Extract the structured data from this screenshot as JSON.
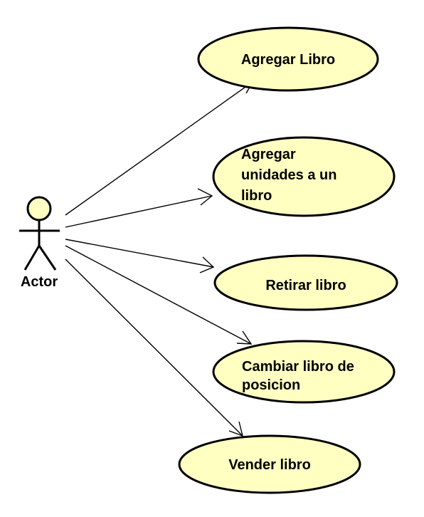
{
  "actor": {
    "name": "Actor"
  },
  "use_cases": [
    {
      "id": "agregar-libro",
      "lines": [
        "Agregar Libro"
      ]
    },
    {
      "id": "agregar-unidades",
      "lines": [
        "Agregar",
        "unidades a un",
        "libro"
      ]
    },
    {
      "id": "retirar-libro",
      "lines": [
        "Retirar libro"
      ]
    },
    {
      "id": "cambiar-posicion",
      "lines": [
        "Cambiar libro de",
        "posicion"
      ]
    },
    {
      "id": "vender-libro",
      "lines": [
        "Vender libro"
      ]
    }
  ],
  "colors": {
    "fill": "#ffffc2",
    "stroke": "#000000"
  }
}
